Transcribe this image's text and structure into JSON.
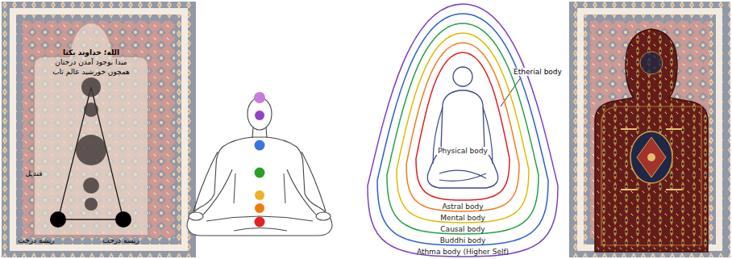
{
  "diagram": {
    "nodes": [
      {
        "text": [
          "Athma body (Higher Self)"
        ]
      },
      {
        "text": [
          "Buddhi body"
        ],
        "in": 0
      },
      {
        "text": [
          "Causal body"
        ],
        "in": 1
      },
      {
        "text": [
          "Mental body"
        ],
        "in": 2
      },
      {
        "text": [
          "Astral body"
        ],
        "in": 3
      },
      {
        "text": [
          "Physical body"
        ],
        "in": 4
      }
    ],
    "labels": [
      "الله؛ خداوند یکتا",
      "مبدا بوجود آمدن درختان",
      "همچون خورشید عالم تاب",
      "قندیل",
      "ریشه درخت",
      "ریشه درخت",
      "Etherial body"
    ]
  }
}
